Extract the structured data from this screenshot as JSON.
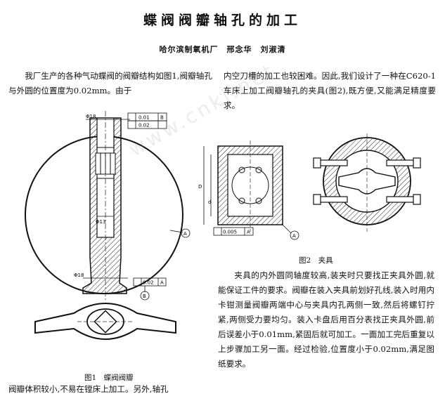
{
  "title": "蝶阀阀瓣轴孔的加工",
  "author": "哈尔滨制氧机厂　邢念华　刘淑清",
  "para1": "我厂生产的各种气动蝶阀的阀瓣结构如图1,阀瓣轴孔与外圆的位置度为0.02mm。由于",
  "para_bottom_left": "阀瓣体积较小,不易在镗床上加工。另外,轴孔",
  "para2": "内空刀槽的加工也较困难。因此,我们设计了一种在C620-1车床上加工阀瓣轴孔的夹具(图2),既方便,又能满足精度要求。",
  "para3": "夹具的内外圆同轴度较高,装夹时只要找正夹具外圆,就能保证工件的要求。阀瓣在装入夹具前划好孔线,装入时用内卡钳测量阀瓣两端中心与夹具内孔两侧一致,然后将螺钉拧紧,两侧受力要均匀。装入卡盘后用百分表找正夹具外圆,前后误差小于0.01mm,紧固后就可加工。一面加工完后重复以上步骤加工另一面。经过检验,位置度小于0.02mm,满足图纸要求。",
  "fig1_caption": "图1　蝶阀阀瓣",
  "fig2_caption": "图2　夹具",
  "fig1_labels": {
    "dia_top": "Φ18",
    "tol_top": "0.01",
    "ref_top": "B",
    "tol_top2": "0.02",
    "dia_mid": "Φ13",
    "dia_bottom": "Φ18",
    "tol_bottom": "0.02",
    "ref_bottom": "A",
    "datum_a": "A",
    "datum_b": "B"
  },
  "fig2_labels": {
    "dim_d": "D",
    "dim_d2": "d",
    "tol": "0.005",
    "ref": "A",
    "datum": "A"
  },
  "watermark": "www.cnki.net"
}
